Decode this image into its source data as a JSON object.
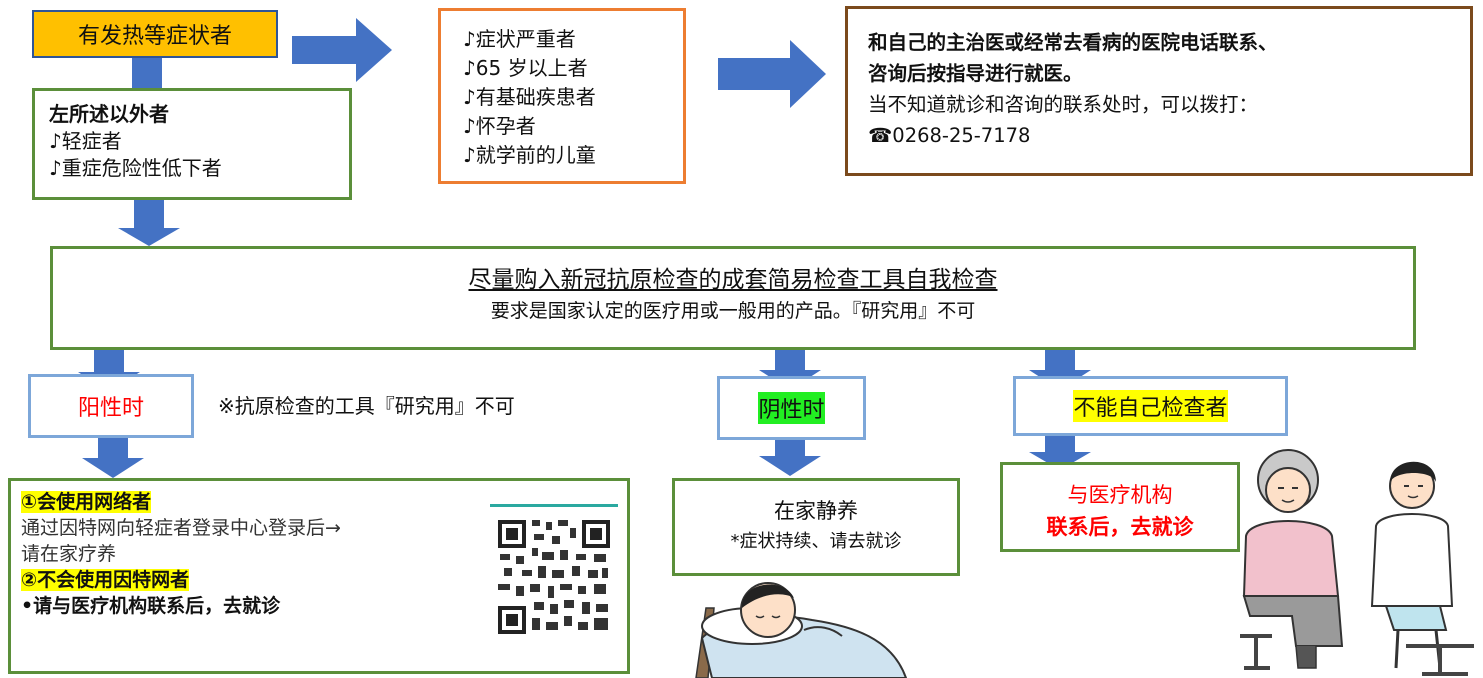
{
  "start": {
    "label": "有发热等症状者"
  },
  "other": {
    "title": "左所述以外者",
    "items": [
      "♪轻症者",
      "♪重症危险性低下者"
    ]
  },
  "high_risk": {
    "items": [
      "♪症状严重者",
      "♪65 岁以上者",
      "♪有基础疾患者",
      "♪怀孕者",
      "♪就学前的儿童"
    ]
  },
  "contact": {
    "bold_line1": "和自己的主治医或经常去看病的医院电话联系、",
    "bold_line2": "咨询后按指导进行就医。",
    "note": "当不知道就诊和咨询的联系处时，可以拨打：",
    "phone_icon": "☎",
    "phone": "0268-25-7178"
  },
  "self_test": {
    "title": "尽量购入新冠抗原检查的成套简易检查工具自我检查",
    "subtitle": "要求是国家认定的医疗用或一般用的产品。『研究用』不可"
  },
  "positive": {
    "label": "阳性时",
    "note": "※抗原检查的工具『研究用』不可",
    "internet_title": "①会使用网络者",
    "internet_line1": "通过因特网向轻症者登录中心登录后→",
    "internet_line2": "请在家疗养",
    "no_internet_title": "②不会使用因特网者",
    "no_internet_line": "•请与医疗机构联系后，去就诊"
  },
  "negative": {
    "label": "阴性时",
    "line1": "在家静养",
    "line2": "*症状持续、请去就诊"
  },
  "cannot_test": {
    "label": "不能自己检查者",
    "line1": "与医疗机构",
    "line2": "联系后，去就诊"
  },
  "colors": {
    "arrow": "#4472c4",
    "green_border": "#5b8f3a",
    "orange_border": "#ed7d31",
    "brown_border": "#7b4a1c",
    "blue_border": "#7da7d9",
    "start_fill": "#ffc000",
    "highlight_yellow": "#ffff00",
    "highlight_green": "#22ee22",
    "red_text": "#ff0000"
  }
}
